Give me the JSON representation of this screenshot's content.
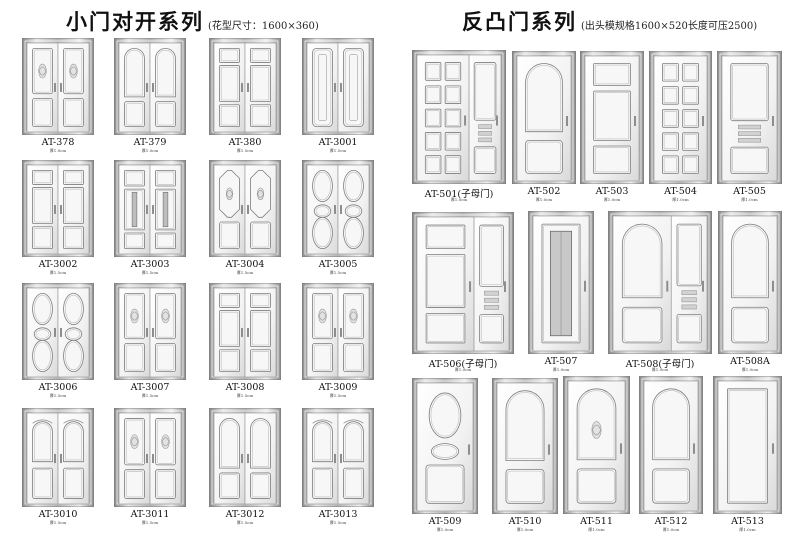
{
  "left": {
    "title": "小门对开系列",
    "subtitle": "(花型尺寸：1600×360)",
    "doors": [
      {
        "code": "AT-378",
        "note": "厚1.0cm",
        "style": "double-ornate"
      },
      {
        "code": "AT-379",
        "note": "厚1.0cm",
        "style": "double-arch"
      },
      {
        "code": "AT-380",
        "note": "厚1.5cm",
        "style": "double-panels"
      },
      {
        "code": "AT-3001",
        "note": "厚1.5cm",
        "style": "double-tall"
      },
      {
        "code": "AT-3002",
        "note": "厚1.5cm",
        "style": "double-panels"
      },
      {
        "code": "AT-3003",
        "note": "厚1.5cm",
        "style": "double-bars"
      },
      {
        "code": "AT-3004",
        "note": "厚1.5cm",
        "style": "double-hex"
      },
      {
        "code": "AT-3005",
        "note": "厚1.5cm",
        "style": "double-ovals"
      },
      {
        "code": "AT-3006",
        "note": "厚1.5cm",
        "style": "double-ovals"
      },
      {
        "code": "AT-3007",
        "note": "厚1.5cm",
        "style": "double-ornate"
      },
      {
        "code": "AT-3008",
        "note": "厚1.5cm",
        "style": "double-panels"
      },
      {
        "code": "AT-3009",
        "note": "厚1.5cm",
        "style": "double-ornate"
      },
      {
        "code": "AT-3010",
        "note": "厚1.5cm",
        "style": "double-crest"
      },
      {
        "code": "AT-3011",
        "note": "厚1.5cm",
        "style": "double-ornate"
      },
      {
        "code": "AT-3012",
        "note": "厚1.5cm",
        "style": "double-arch"
      },
      {
        "code": "AT-3013",
        "note": "厚1.5cm",
        "style": "double-crest"
      }
    ]
  },
  "right": {
    "title": "反凸门系列",
    "subtitle": "(出头模规格1600×520长度可压2500)",
    "doors": [
      {
        "code": "AT-501(子母门)",
        "note": "厚1.0cm",
        "style": "mother-grid"
      },
      {
        "code": "AT-502",
        "note": "厚1.0cm",
        "style": "single-arch"
      },
      {
        "code": "AT-503",
        "note": "厚1.0cm",
        "style": "single-three"
      },
      {
        "code": "AT-504",
        "note": "厚1.0cm",
        "style": "single-grid"
      },
      {
        "code": "AT-505",
        "note": "厚1.0cm",
        "style": "single-tall-small"
      },
      {
        "code": "AT-506(子母门)",
        "note": "厚1.0cm",
        "style": "mother-panels"
      },
      {
        "code": "AT-507",
        "note": "厚1.0cm",
        "style": "single-tall"
      },
      {
        "code": "AT-508(子母门)",
        "note": "厚1.0cm",
        "style": "mother-arch"
      },
      {
        "code": "AT-508A",
        "note": "厚1.0cm",
        "style": "single-arch"
      },
      {
        "code": "AT-509",
        "note": "厚1.0cm",
        "style": "single-oval"
      },
      {
        "code": "AT-510",
        "note": "厚1.0cm",
        "style": "single-arch"
      },
      {
        "code": "AT-511",
        "note": "厚1.0cm",
        "style": "single-ornate"
      },
      {
        "code": "AT-512",
        "note": "厚1.0cm",
        "style": "single-arch"
      },
      {
        "code": "AT-513",
        "note": "厚1.0cm",
        "style": "single-plain"
      }
    ]
  }
}
